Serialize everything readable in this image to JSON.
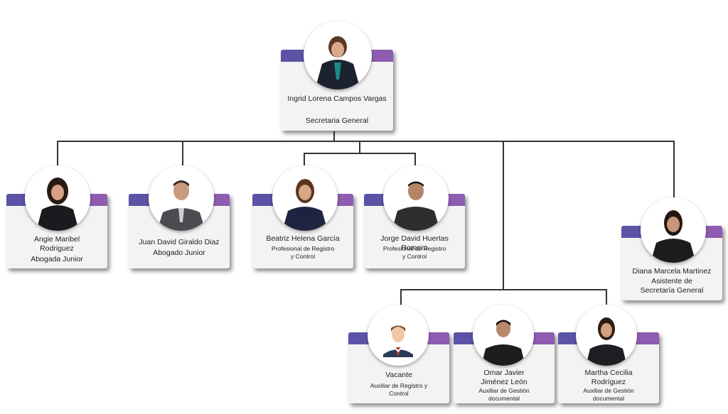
{
  "org": {
    "head": {
      "name": "Ingrid Lorena Campos Vargas",
      "role": "Secretaria General"
    },
    "staff": [
      {
        "name": "Angie Maribel Rodriguez",
        "role": "Abogada Junior",
        "icon": "woman-photo-icon"
      },
      {
        "name": "Juan David Giraldo Diaz",
        "role": "Abogado Junior",
        "icon": "man-photo-icon"
      },
      {
        "name": "Beatriz Helena García",
        "role": "Profesional de Registro y Control",
        "icon": "woman-photo-icon"
      },
      {
        "name": "Jorge David Huertas Romero",
        "role": "Profesional de Registro y Control",
        "icon": "man-photo-icon"
      },
      {
        "name": "Diana Marcela Martinez",
        "role": "Asistente de Secretaría General",
        "icon": "woman-photo-icon"
      },
      {
        "name": "Vacante",
        "role": "Auxiliar de Registro y Control",
        "icon": "placeholder-avatar-icon"
      },
      {
        "name": "Omar Javier Jiménez León",
        "role": "Auxiliar de Gestión documental",
        "icon": "man-photo-icon"
      },
      {
        "name": "Martha Cecilia Rodríguez",
        "role": "Auxiliar de Gestión documental",
        "icon": "woman-photo-icon"
      }
    ]
  },
  "colors": {
    "tab_left": "#5b54a6",
    "tab_right": "#8e5cb0",
    "card_bg": "#f3f3f3",
    "line": "#333333"
  }
}
